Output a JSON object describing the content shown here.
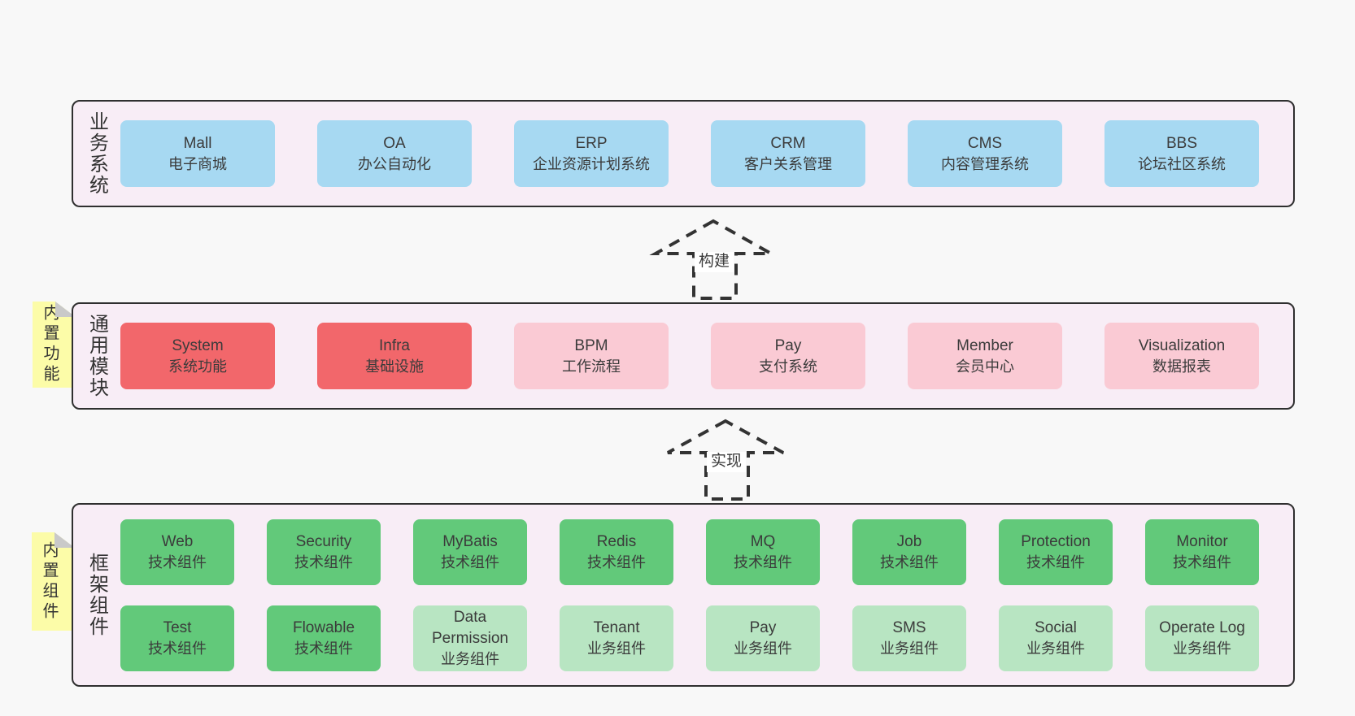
{
  "diagram": {
    "bands": [
      {
        "label": "业务系统",
        "boxes": [
          {
            "title": "Mall",
            "subtitle": "电子商城"
          },
          {
            "title": "OA",
            "subtitle": "办公自动化"
          },
          {
            "title": "ERP",
            "subtitle": "企业资源计划系统"
          },
          {
            "title": "CRM",
            "subtitle": "客户关系管理"
          },
          {
            "title": "CMS",
            "subtitle": "内容管理系统"
          },
          {
            "title": "BBS",
            "subtitle": "论坛社区系统"
          }
        ]
      },
      {
        "label": "通用模块",
        "note": "内置功能",
        "boxes": [
          {
            "title": "System",
            "subtitle": "系统功能"
          },
          {
            "title": "Infra",
            "subtitle": "基础设施"
          },
          {
            "title": "BPM",
            "subtitle": "工作流程"
          },
          {
            "title": "Pay",
            "subtitle": "支付系统"
          },
          {
            "title": "Member",
            "subtitle": "会员中心"
          },
          {
            "title": "Visualization",
            "subtitle": "数据报表"
          }
        ]
      },
      {
        "label": "框架组件",
        "note": "内置组件",
        "rows": [
          [
            {
              "title": "Web",
              "subtitle": "技术组件"
            },
            {
              "title": "Security",
              "subtitle": "技术组件"
            },
            {
              "title": "MyBatis",
              "subtitle": "技术组件"
            },
            {
              "title": "Redis",
              "subtitle": "技术组件"
            },
            {
              "title": "MQ",
              "subtitle": "技术组件"
            },
            {
              "title": "Job",
              "subtitle": "技术组件"
            },
            {
              "title": "Protection",
              "subtitle": "技术组件"
            },
            {
              "title": "Monitor",
              "subtitle": "技术组件"
            }
          ],
          [
            {
              "title": "Test",
              "subtitle": "技术组件"
            },
            {
              "title": "Flowable",
              "subtitle": "技术组件"
            },
            {
              "title": "Data Permission",
              "subtitle": "业务组件"
            },
            {
              "title": "Tenant",
              "subtitle": "业务组件"
            },
            {
              "title": "Pay",
              "subtitle": "业务组件"
            },
            {
              "title": "SMS",
              "subtitle": "业务组件"
            },
            {
              "title": "Social",
              "subtitle": "业务组件"
            },
            {
              "title": "Operate Log",
              "subtitle": "业务组件"
            }
          ]
        ]
      }
    ],
    "arrows": [
      {
        "label": "构建"
      },
      {
        "label": "实现"
      }
    ],
    "colors": {
      "page_bg": "#f8f8f8",
      "band_bg": "#f8edf6",
      "band_border": "#2f2f2f",
      "blue_box": "#a7d9f2",
      "red_box": "#f2676b",
      "pink_box": "#facad4",
      "green_box": "#62c97a",
      "light_green_box": "#b8e5c2",
      "sticky_note": "#fcfca8",
      "note_fold": "#c9c9c9",
      "text": "#3b3b3b"
    }
  }
}
